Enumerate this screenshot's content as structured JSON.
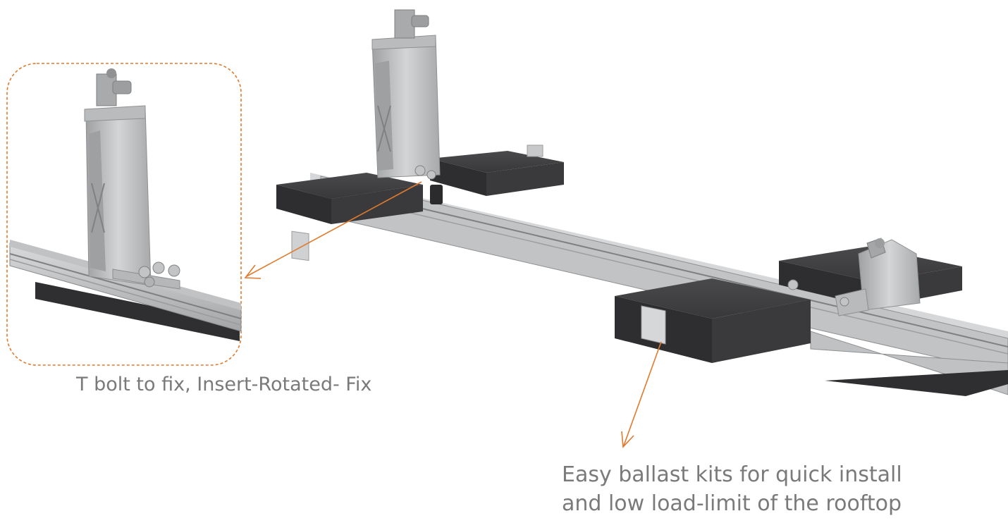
{
  "annotations": {
    "detail_caption": "T bolt to fix, Insert-Rotated- Fix",
    "ballast_caption_line1": "Easy ballast kits for quick install",
    "ballast_caption_line2": "and low load-limit of the rooftop"
  },
  "colors": {
    "accent_orange": "#e07a2e",
    "caption_gray": "#7a7a7a",
    "ballast_block": "#3b3b3d",
    "aluminum": "#c9cacb"
  }
}
